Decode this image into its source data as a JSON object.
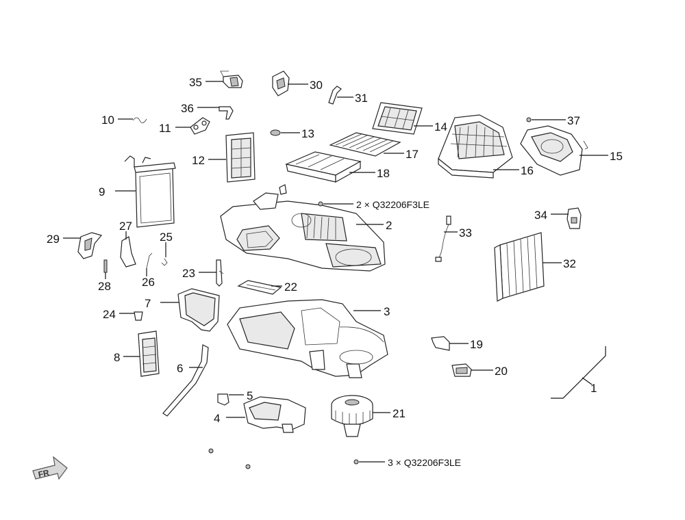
{
  "callouts": {
    "c1": "1",
    "c2": "2",
    "c3": "3",
    "c4": "4",
    "c5": "5",
    "c6": "6",
    "c7": "7",
    "c8": "8",
    "c9": "9",
    "c10": "10",
    "c11": "11",
    "c12": "12",
    "c13": "13",
    "c14": "14",
    "c15": "15",
    "c16": "16",
    "c17": "17",
    "c18": "18",
    "c19": "19",
    "c20": "20",
    "c21": "21",
    "c22": "22",
    "c23": "23",
    "c24": "24",
    "c25": "25",
    "c26": "26",
    "c27": "27",
    "c28": "28",
    "c29": "29",
    "c30": "30",
    "c31": "31",
    "c32": "32",
    "c33": "33",
    "c34": "34",
    "c35": "35",
    "c36": "36",
    "c37": "37"
  },
  "screw_notes": {
    "upper": "2 × Q32206F3LE",
    "lower": "3 × Q32206F3LE"
  },
  "direction_arrow": {
    "label": "FR"
  },
  "icons": {
    "direction": "front-direction-arrow-icon"
  }
}
